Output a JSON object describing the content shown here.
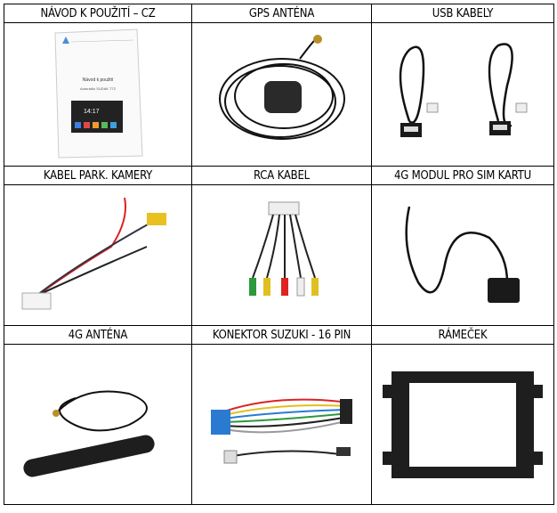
{
  "items": [
    {
      "label": "NÁVOD K POUŽITÍ – CZ",
      "icon": "manual-booklet"
    },
    {
      "label": "GPS ANTÉNA",
      "icon": "gps-antenna"
    },
    {
      "label": "USB KABELY",
      "icon": "usb-cables"
    },
    {
      "label": "KABEL PARK. KAMERY",
      "icon": "parking-camera-cable"
    },
    {
      "label": "RCA KABEL",
      "icon": "rca-cable"
    },
    {
      "label": "4G MODUL PRO SIM KARTU",
      "icon": "4g-sim-module"
    },
    {
      "label": "4G ANTÉNA",
      "icon": "4g-antenna"
    },
    {
      "label": "KONEKTOR SUZUKI - 16 PIN",
      "icon": "suzuki-connector"
    },
    {
      "label": "RÁMEČEK",
      "icon": "frame"
    }
  ],
  "manual": {
    "title": "Návod k použití",
    "subtitle": "Autorádio SUDAK T72",
    "clock": "14:17"
  }
}
